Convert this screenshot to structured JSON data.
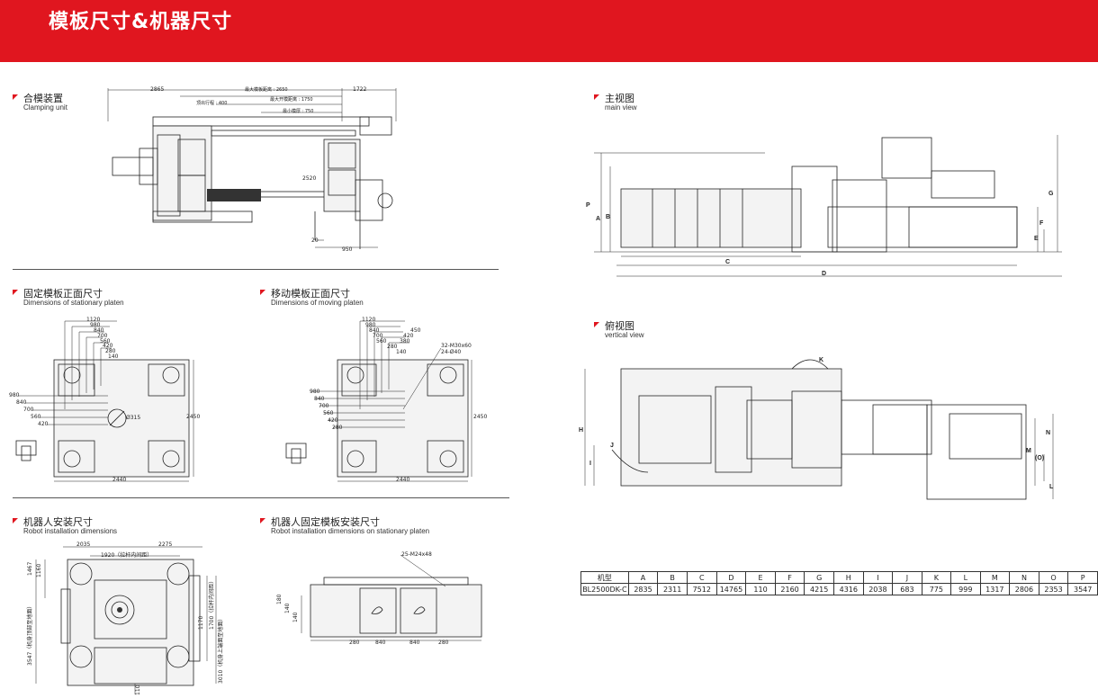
{
  "header": {
    "title": "模板尺寸&机器尺寸"
  },
  "sections": {
    "clamping": {
      "zh": "合模装置",
      "en": "Clamping unit"
    },
    "main_view": {
      "zh": "主视图",
      "en": "main  view"
    },
    "stationary": {
      "zh": "固定模板正面尺寸",
      "en": "Dimensions of stationary platen"
    },
    "moving": {
      "zh": "移动模板正面尺寸",
      "en": "Dimensions of moving platen"
    },
    "vertical": {
      "zh": "俯视图",
      "en": "vertical view"
    },
    "robot": {
      "zh": "机器人安装尺寸",
      "en": "Robot installation dimensions"
    },
    "robot_platen": {
      "zh": "机器人固定模板安装尺寸",
      "en": "Robot installation dimensions on stationary platen"
    }
  },
  "clamping_dims": {
    "d2865": "2865",
    "d1722": "1722",
    "open_stroke": "最大模板距离 : 2650",
    "ejector": "顶出行程 : 400",
    "max_stroke": "最大开模距离 : 1750",
    "min_mold": "最小模厚 : 750",
    "d2520": "2520",
    "d20": "20",
    "d950": "950"
  },
  "stationary_dims": {
    "top": [
      "1120",
      "980",
      "840",
      "700",
      "560",
      "420",
      "280",
      "140"
    ],
    "left": [
      "980",
      "840",
      "700",
      "560",
      "420"
    ],
    "d1": "Ø315",
    "width": "2440",
    "height": "2450"
  },
  "moving_dims": {
    "top": [
      "1120",
      "980",
      "840",
      "700",
      "560",
      "450",
      "420",
      "380",
      "280",
      "140"
    ],
    "left": [
      "980",
      "840",
      "700",
      "560",
      "420",
      "280"
    ],
    "threads": "32-M30x60",
    "threads2": "24-Ø40",
    "width": "2440",
    "height": "2450"
  },
  "robot_dims": {
    "d2035": "2035",
    "d2275": "2275",
    "d1920": "1920（拉杆内间距）",
    "d1467": "1467",
    "d1160": "1160",
    "d1170": "1170",
    "d1700": "1700（拉杆内间距）",
    "d3547": "3547（机身顶部至地面）",
    "d3010": "3010（机身上端面至地面）",
    "d110": "110"
  },
  "robot_platen_dims": {
    "threads": "25-M24x48",
    "left": [
      "180",
      "140",
      "140"
    ],
    "bottom": [
      "280",
      "840",
      "840",
      "280"
    ]
  },
  "main_letters": {
    "A": "A",
    "P": "P",
    "B": "B",
    "C": "C",
    "D": "D",
    "G": "G",
    "F": "F",
    "E": "E"
  },
  "vertical_letters": {
    "K": "K",
    "H": "H",
    "J": "J",
    "I": "I",
    "N": "N",
    "O": "(O)",
    "M": "M",
    "L": "L"
  },
  "spec_table": {
    "headers": [
      "机型",
      "A",
      "B",
      "C",
      "D",
      "E",
      "F",
      "G",
      "H",
      "I",
      "J",
      "K",
      "L",
      "M",
      "N",
      "O",
      "P"
    ],
    "rows": [
      [
        "BL2500DK-C",
        "2835",
        "2311",
        "7512",
        "14765",
        "110",
        "2160",
        "4215",
        "4316",
        "2038",
        "683",
        "775",
        "999",
        "1317",
        "2806",
        "2353",
        "3547"
      ]
    ]
  }
}
